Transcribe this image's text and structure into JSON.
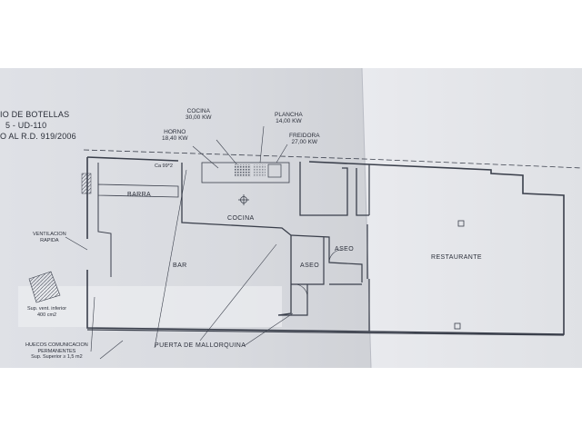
{
  "header": {
    "line1": "IO DE BOTELLAS",
    "line2": "5  - UD-110",
    "line3": "O AL R.D. 919/2006"
  },
  "equipment": {
    "cocina": {
      "name": "COCINA",
      "power": "30,00 KW"
    },
    "plancha": {
      "name": "PLANCHA",
      "power": "14,00 KW"
    },
    "horno": {
      "name": "HORNO",
      "power": "18,40 KW"
    },
    "freidora": {
      "name": "FREIDORA",
      "power": "27,00 KW"
    }
  },
  "small_tag": "Ca 99*2",
  "rooms": {
    "barra": "BARRA",
    "cocina": "COCINA",
    "bar": "BAR",
    "aseo1": "ASEO",
    "aseo2": "ASEO",
    "restaurante": "RESTAURANTE"
  },
  "notes": {
    "ventilacion_1": "VENTILACION",
    "ventilacion_2": "RAPIDA",
    "vent_inferior_1": "Sup. vent. inferior",
    "vent_inferior_2": "400 cm2",
    "huecos_1": "HUECOS COMUNICACION",
    "huecos_2": "PERMANENTES",
    "huecos_3": "Sup. Superior ≥ 1,5 m2",
    "puerta": "PUERTA DE MALLORQUINA"
  },
  "colors": {
    "paper": "#dcdee4",
    "paper_right": "#e4e6ea",
    "ink": "#3a3f4b",
    "background": "#ffffff"
  }
}
